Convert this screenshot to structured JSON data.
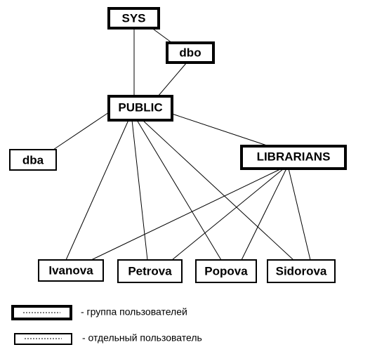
{
  "nodes": {
    "sys": "SYS",
    "dbo": "dbo",
    "public": "PUBLIC",
    "dba": "dba",
    "librarians": "LIBRARIANS",
    "ivanova": "Ivanova",
    "petrova": "Petrova",
    "popova": "Popova",
    "sidorova": "Sidorova"
  },
  "legend": {
    "group_label": "- группа пользователей",
    "user_label": "- отдельный пользователь"
  },
  "colors": {
    "line": "#000000",
    "background": "#ffffff"
  }
}
